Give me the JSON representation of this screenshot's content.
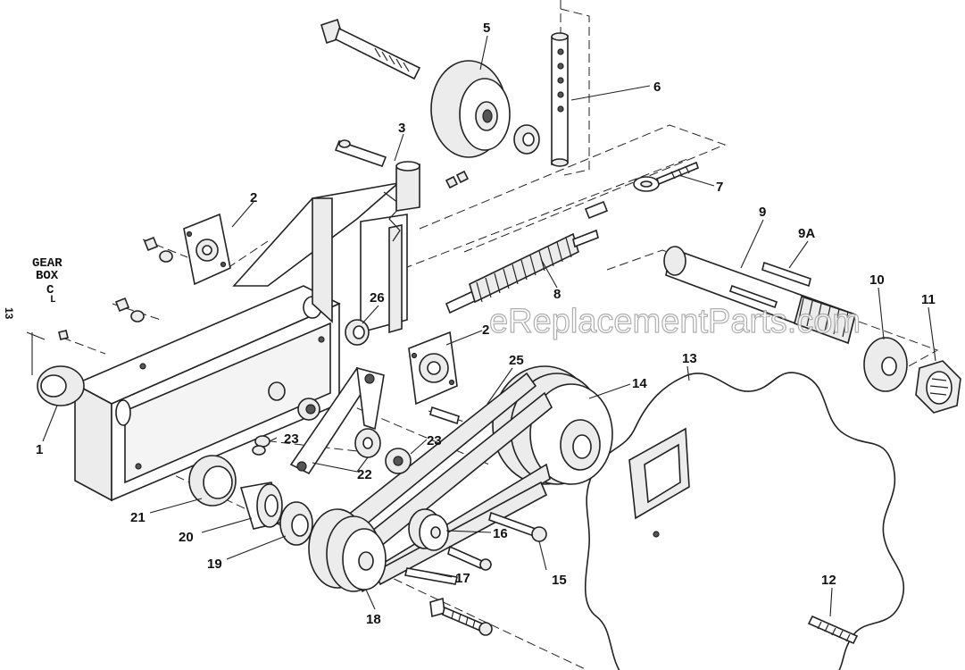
{
  "watermark": "eReplacementParts.com",
  "gearbox_label": [
    "GEAR",
    "BOX",
    "C",
    "L"
  ],
  "callouts": {
    "p1": "1",
    "p2a": "2",
    "p2b": "2",
    "p3": "3",
    "p5": "5",
    "p6": "6",
    "p7": "7",
    "p8": "8",
    "p9": "9",
    "p9a": "9A",
    "p10": "10",
    "p11": "11",
    "p12": "12",
    "p13a": "13",
    "p13b": "13",
    "p14": "14",
    "p15": "15",
    "p16": "16",
    "p17": "17",
    "p18": "18",
    "p19": "19",
    "p20": "20",
    "p21": "21",
    "p22": "22",
    "p23a": "23",
    "p23b": "23",
    "p25": "25",
    "p26": "26"
  }
}
